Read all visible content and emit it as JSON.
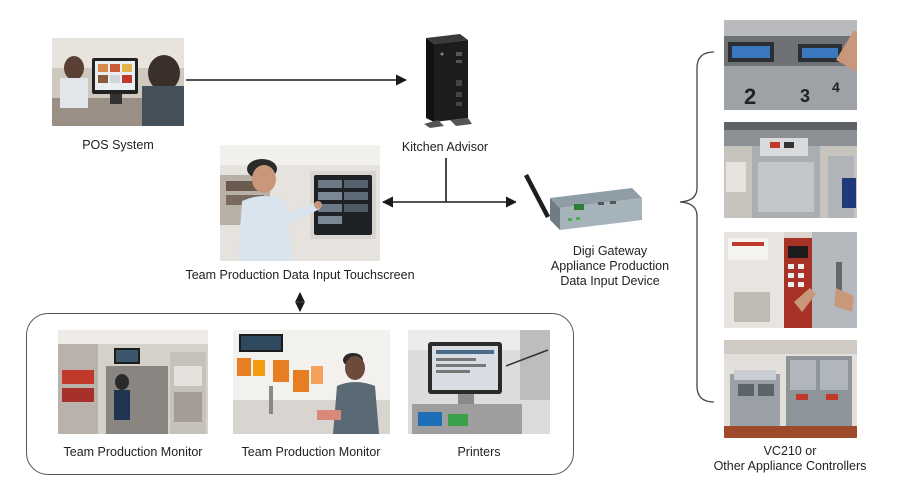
{
  "nodes": {
    "pos_system": {
      "label": "POS System",
      "icon": "pos-terminal-photo"
    },
    "kitchen_advisor": {
      "label": "Kitchen Advisor",
      "icon": "mini-pc-photo"
    },
    "touchscreen": {
      "label": "Team Production Data Input Touchscreen",
      "icon": "wall-touchscreen-photo"
    },
    "digi_gateway": {
      "label_lines": [
        "Digi Gateway",
        "Appliance Production",
        "Data Input Device"
      ],
      "icon": "gateway-router-photo"
    },
    "monitor_1": {
      "label": "Team Production Monitor",
      "icon": "kitchen-monitor-photo"
    },
    "monitor_2": {
      "label": "Team Production Monitor",
      "icon": "kitchen-monitor-photo"
    },
    "printers": {
      "label": "Printers",
      "icon": "printer-terminal-photo"
    },
    "controllers": {
      "label_lines": [
        "VC210 or",
        "Other Appliance Controllers"
      ],
      "icons": [
        "fryer-controller-photo",
        "oven-controller-photo",
        "keypad-controller-photo",
        "fryer-station-photo"
      ]
    }
  },
  "colors": {
    "connector": "#1a1a1a",
    "group_border": "#555555"
  }
}
